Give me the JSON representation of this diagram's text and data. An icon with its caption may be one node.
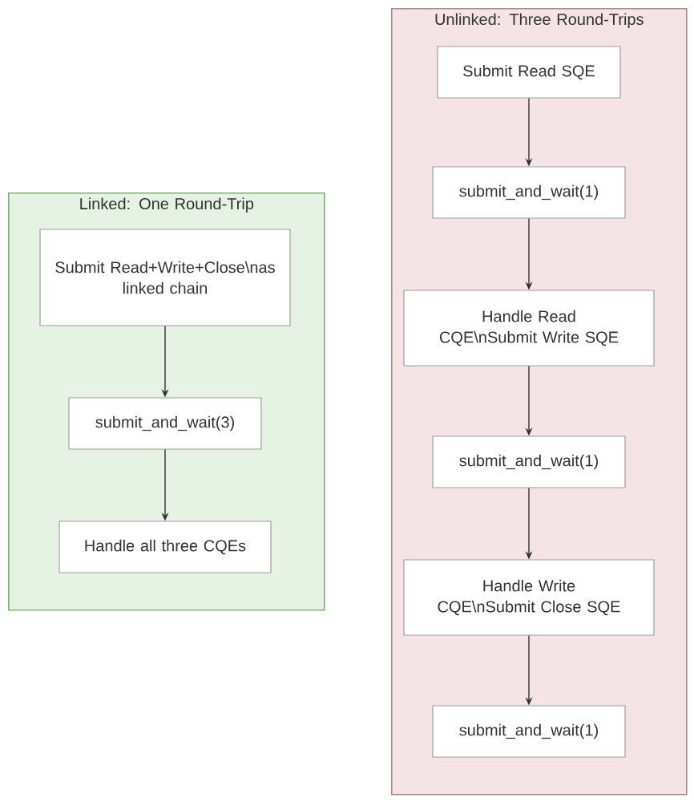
{
  "diagram": {
    "nodes": [
      {
        "text": [
          "Linked: One Round-Trip"
        ]
      },
      {
        "text": [
          "Submit Read+Write+Close\\nas linked chain"
        ],
        "in": 0
      },
      {
        "text": [
          "submit_and_wait(3)"
        ],
        "in": 0
      },
      {
        "text": [
          "Handle all three CQEs"
        ],
        "in": 0
      },
      {
        "text": [
          "Unlinked: Three Round-Trips"
        ]
      },
      {
        "text": [
          "Submit Read SQE"
        ],
        "in": 4
      },
      {
        "text": [
          "submit_and_wait(1)"
        ],
        "in": 4
      },
      {
        "text": [
          "Handle Read CQE\\nSubmit Write SQE"
        ],
        "in": 4
      },
      {
        "text": [
          "submit_and_wait(1)"
        ],
        "in": 4
      },
      {
        "text": [
          "Handle Write CQE\\nSubmit Close SQE"
        ],
        "in": 4
      },
      {
        "text": [
          "submit_and_wait(1)"
        ],
        "in": 4
      }
    ],
    "edges": [
      {
        "from": 1,
        "to": 2,
        "arrow": "to"
      },
      {
        "from": 2,
        "to": 3,
        "arrow": "to"
      },
      {
        "from": 5,
        "to": 6,
        "arrow": "to"
      },
      {
        "from": 6,
        "to": 7,
        "arrow": "to"
      },
      {
        "from": 7,
        "to": 8,
        "arrow": "to"
      },
      {
        "from": 8,
        "to": 9,
        "arrow": "to"
      },
      {
        "from": 9,
        "to": 10,
        "arrow": "to"
      }
    ]
  }
}
